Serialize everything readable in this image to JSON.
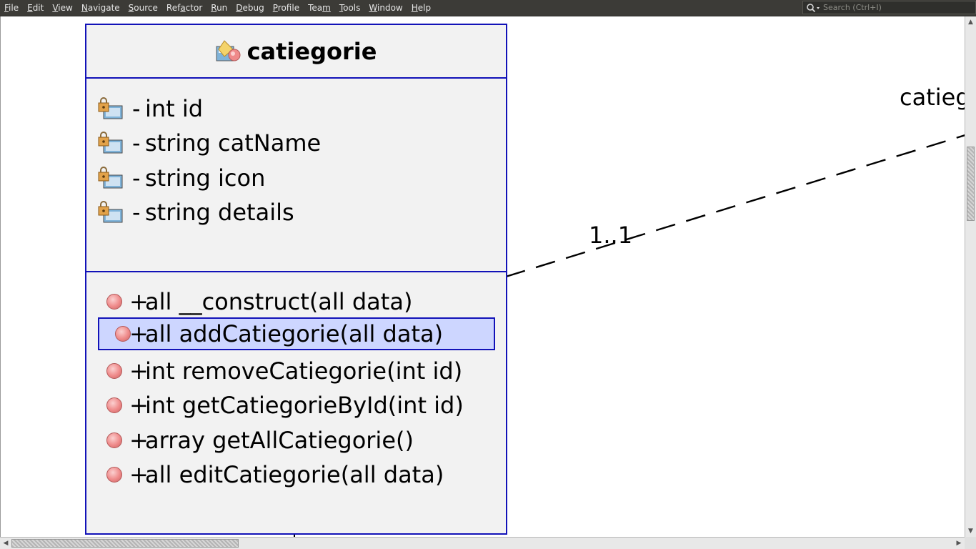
{
  "menu": {
    "items": [
      {
        "label": "File",
        "mnemonic": "F",
        "rest": "ile"
      },
      {
        "label": "Edit",
        "mnemonic": "E",
        "rest": "dit"
      },
      {
        "label": "View",
        "mnemonic": "V",
        "rest": "iew"
      },
      {
        "label": "Navigate",
        "mnemonic": "N",
        "rest": "avigate"
      },
      {
        "label": "Source",
        "mnemonic": "S",
        "rest": "ource"
      },
      {
        "label": "Refactor",
        "pre": "Ref",
        "mnemonic": "a",
        "rest": "ctor"
      },
      {
        "label": "Run",
        "mnemonic": "R",
        "rest": "un"
      },
      {
        "label": "Debug",
        "mnemonic": "D",
        "rest": "ebug"
      },
      {
        "label": "Profile",
        "mnemonic": "P",
        "rest": "rofile"
      },
      {
        "label": "Team",
        "pre": "Tea",
        "mnemonic": "m",
        "rest": ""
      },
      {
        "label": "Tools",
        "mnemonic": "T",
        "rest": "ools"
      },
      {
        "label": "Window",
        "mnemonic": "W",
        "rest": "indow"
      },
      {
        "label": "Help",
        "mnemonic": "H",
        "rest": "elp"
      }
    ]
  },
  "search": {
    "placeholder": "Search (Ctrl+I)",
    "icon": "search-icon"
  },
  "class_box": {
    "name": "catiegorie",
    "icon": "class-icon",
    "attributes": [
      {
        "visibility": "-",
        "text": "int id",
        "icon": "private-field-icon"
      },
      {
        "visibility": "-",
        "text": "string catName",
        "icon": "private-field-icon"
      },
      {
        "visibility": "-",
        "text": "string icon",
        "icon": "private-field-icon"
      },
      {
        "visibility": "-",
        "text": "string details",
        "icon": "private-field-icon"
      }
    ],
    "operations": [
      {
        "visibility": "+",
        "text": "all __construct(all data)",
        "icon": "public-method-icon",
        "selected": false
      },
      {
        "visibility": "+",
        "text": "all addCatiegorie(all data)",
        "icon": "public-method-icon",
        "selected": true
      },
      {
        "visibility": "+",
        "text": "int removeCatiegorie(int id)",
        "icon": "public-method-icon",
        "selected": false
      },
      {
        "visibility": "+",
        "text": "int getCatiegorieById(int id)",
        "icon": "public-method-icon",
        "selected": false
      },
      {
        "visibility": "+",
        "text": "array getAllCatiegorie()",
        "icon": "public-method-icon",
        "selected": false
      },
      {
        "visibility": "+",
        "text": "all editCatiegorie(all data)",
        "icon": "public-method-icon",
        "selected": false
      }
    ]
  },
  "association": {
    "multiplicity": "1..1",
    "target_label": "catieg"
  },
  "colors": {
    "menubar_bg": "#3c3b37",
    "class_border": "#1212b8",
    "class_bg": "#f2f2f2",
    "selection_bg": "#cdd6ff"
  }
}
